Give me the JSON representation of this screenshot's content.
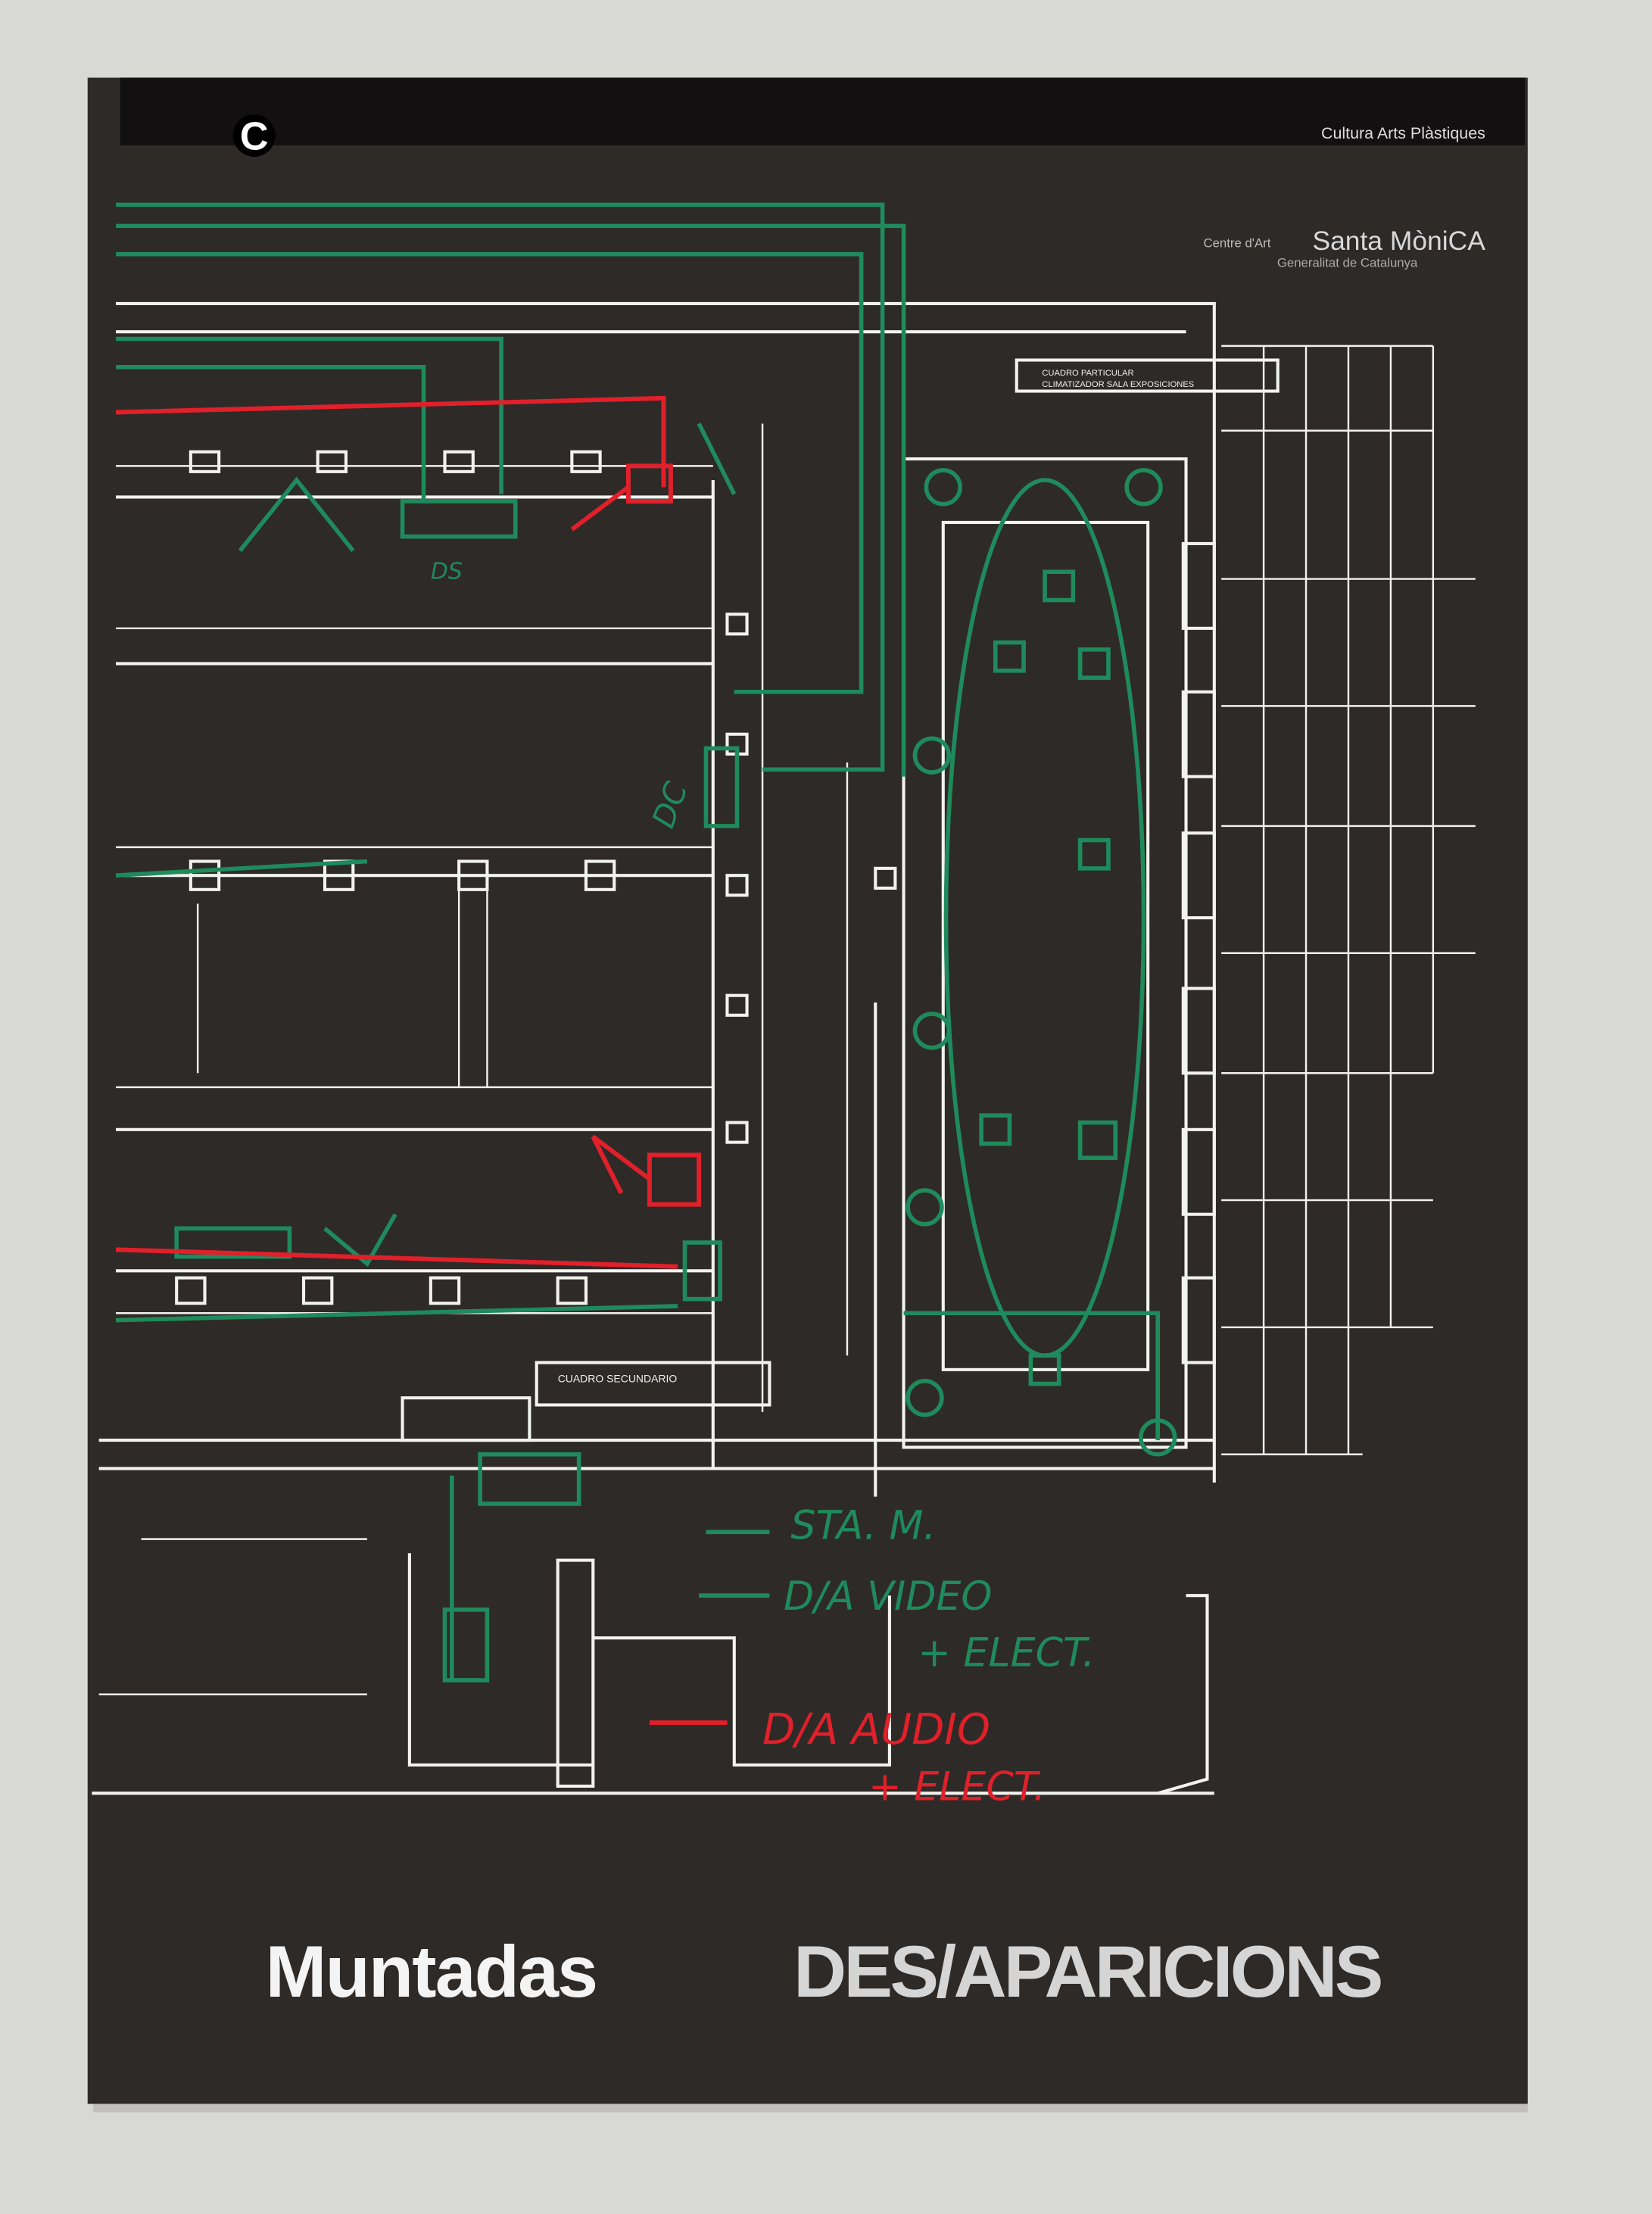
{
  "cover": {
    "logo_letter": "C",
    "series": "Cultura Arts Plàstiques",
    "publisher_prefix": "Centre d'Art",
    "publisher_name": "Santa MòniCA",
    "publisher_sub": "Generalitat de Catalunya",
    "author": "Muntadas",
    "title": "DES/APARICIONS"
  },
  "drawing": {
    "label_1_line1": "CUADRO PARTICULAR",
    "label_1_line2": "CLIMATIZADOR SALA EXPOSICIONES",
    "label_2": "CUADRO SECUNDARIO",
    "note_sta": "STA. M.",
    "note_video_1": "D/A VIDEO",
    "note_video_2": "+ ELECT.",
    "note_audio_1": "D/A AUDIO",
    "note_audio_2": "+ ELECT.",
    "note_ds": "DS",
    "note_dc": "DC"
  },
  "colors": {
    "cover": "#2e2a28",
    "band": "#111010",
    "green": "#1f8a5e",
    "red": "#e0202a"
  }
}
